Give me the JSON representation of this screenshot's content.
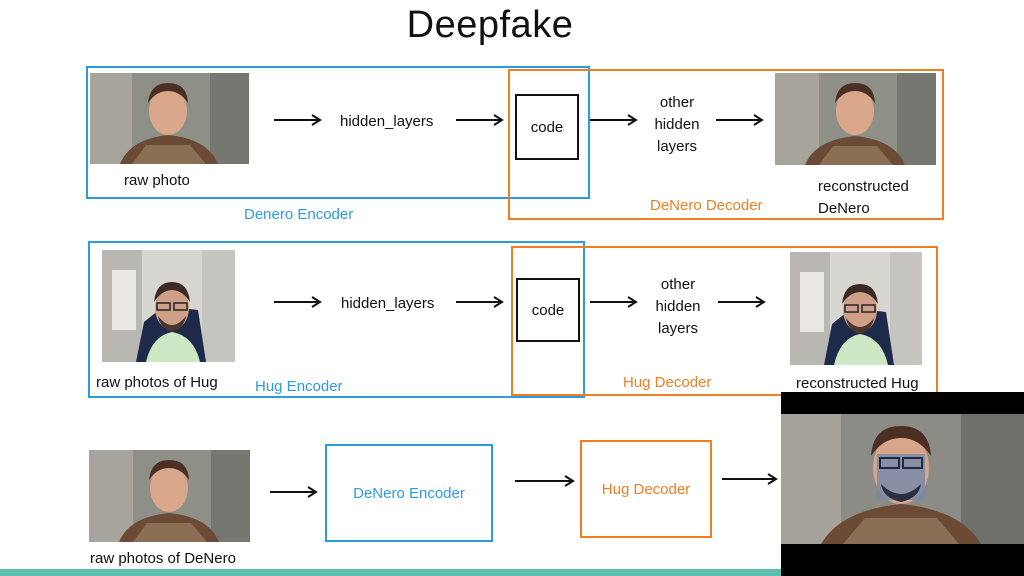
{
  "title": "Deepfake",
  "row1": {
    "photo_label": "raw photo",
    "hidden": "hidden_layers",
    "code": "code",
    "other_hidden": [
      "other",
      "hidden",
      "layers"
    ],
    "encoder_label": "Denero Encoder",
    "decoder_label": "DeNero Decoder",
    "reconstructed": [
      "reconstructed",
      "DeNero"
    ]
  },
  "row2": {
    "photo_label": "raw photos of Hug",
    "hidden": "hidden_layers",
    "code": "code",
    "other_hidden": [
      "other",
      "hidden",
      "layers"
    ],
    "encoder_label": "Hug Encoder",
    "decoder_label": "Hug Decoder",
    "reconstructed": "reconstructed Hug"
  },
  "row3": {
    "photo_label": "raw photos of DeNero",
    "encoder_box": "DeNero Encoder",
    "decoder_box": "Hug Decoder"
  },
  "colors": {
    "encoder": "#2d9be0",
    "decoder": "#ef7d22",
    "bottom_bar": "#5bbfb0"
  }
}
